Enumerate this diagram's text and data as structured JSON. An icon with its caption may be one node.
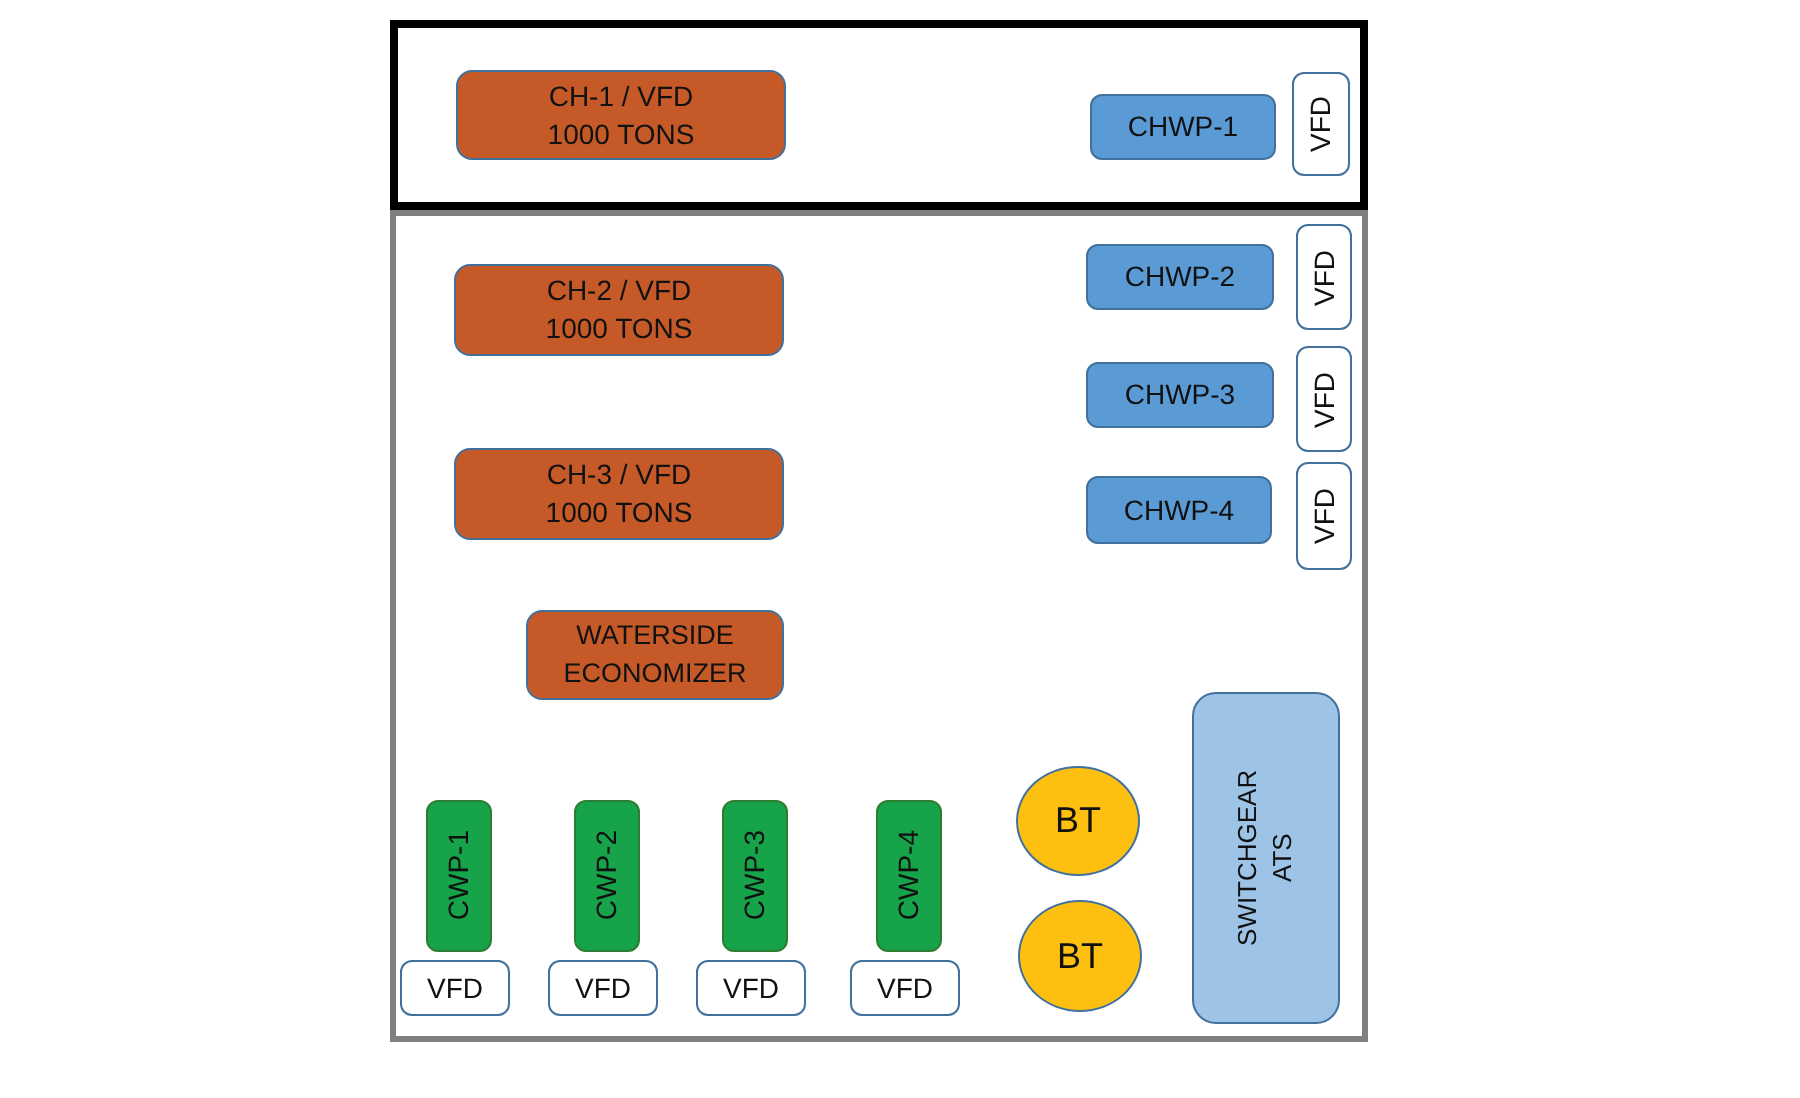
{
  "diagram": {
    "nodes": [
      {
        "text": [],
        "shape": "box"
      },
      {
        "text": [
          "CH-1 / VFD 1000 TONS"
        ],
        "in": 0
      },
      {
        "text": [
          "CHWP-1"
        ],
        "in": 0
      },
      {
        "text": [
          "VFD"
        ],
        "in": 0
      },
      {
        "text": [],
        "shape": "box"
      },
      {
        "text": [
          "CH-2 / VFD 1000 TONS"
        ],
        "in": 4
      },
      {
        "text": [
          "VFD"
        ],
        "in": 4
      },
      {
        "text": [
          "CHWP-2"
        ],
        "in": 4
      },
      {
        "text": [
          "VFD"
        ],
        "in": 4
      },
      {
        "text": [
          "CHWP-3"
        ],
        "in": 4
      },
      {
        "text": [
          "CH-3 / VFD 1000 TONS"
        ],
        "in": 4
      },
      {
        "text": [
          "CHWP-4"
        ],
        "in": 4
      },
      {
        "text": [
          "VFD"
        ],
        "in": 4
      },
      {
        "text": [
          "WATERSIDE ECONOMIZER"
        ],
        "in": 4
      },
      {
        "text": [
          "SWITCHGEAR ATS"
        ],
        "in": 4
      },
      {
        "text": [
          "BT"
        ],
        "in": 4
      },
      {
        "text": [
          "CWP-1"
        ],
        "in": 4
      },
      {
        "text": [
          "CWP-2"
        ],
        "in": 4
      },
      {
        "text": [
          "CWP-3"
        ],
        "in": 4
      },
      {
        "text": [
          "CWP-4"
        ],
        "in": 4
      },
      {
        "text": [
          "BT"
        ],
        "in": 4
      },
      {
        "text": [
          "VFD"
        ],
        "in": 4
      },
      {
        "text": [
          "VFD"
        ],
        "in": 4
      },
      {
        "text": [
          "VFD"
        ],
        "in": 4
      },
      {
        "text": [
          "VFD"
        ],
        "in": 4
      }
    ]
  }
}
